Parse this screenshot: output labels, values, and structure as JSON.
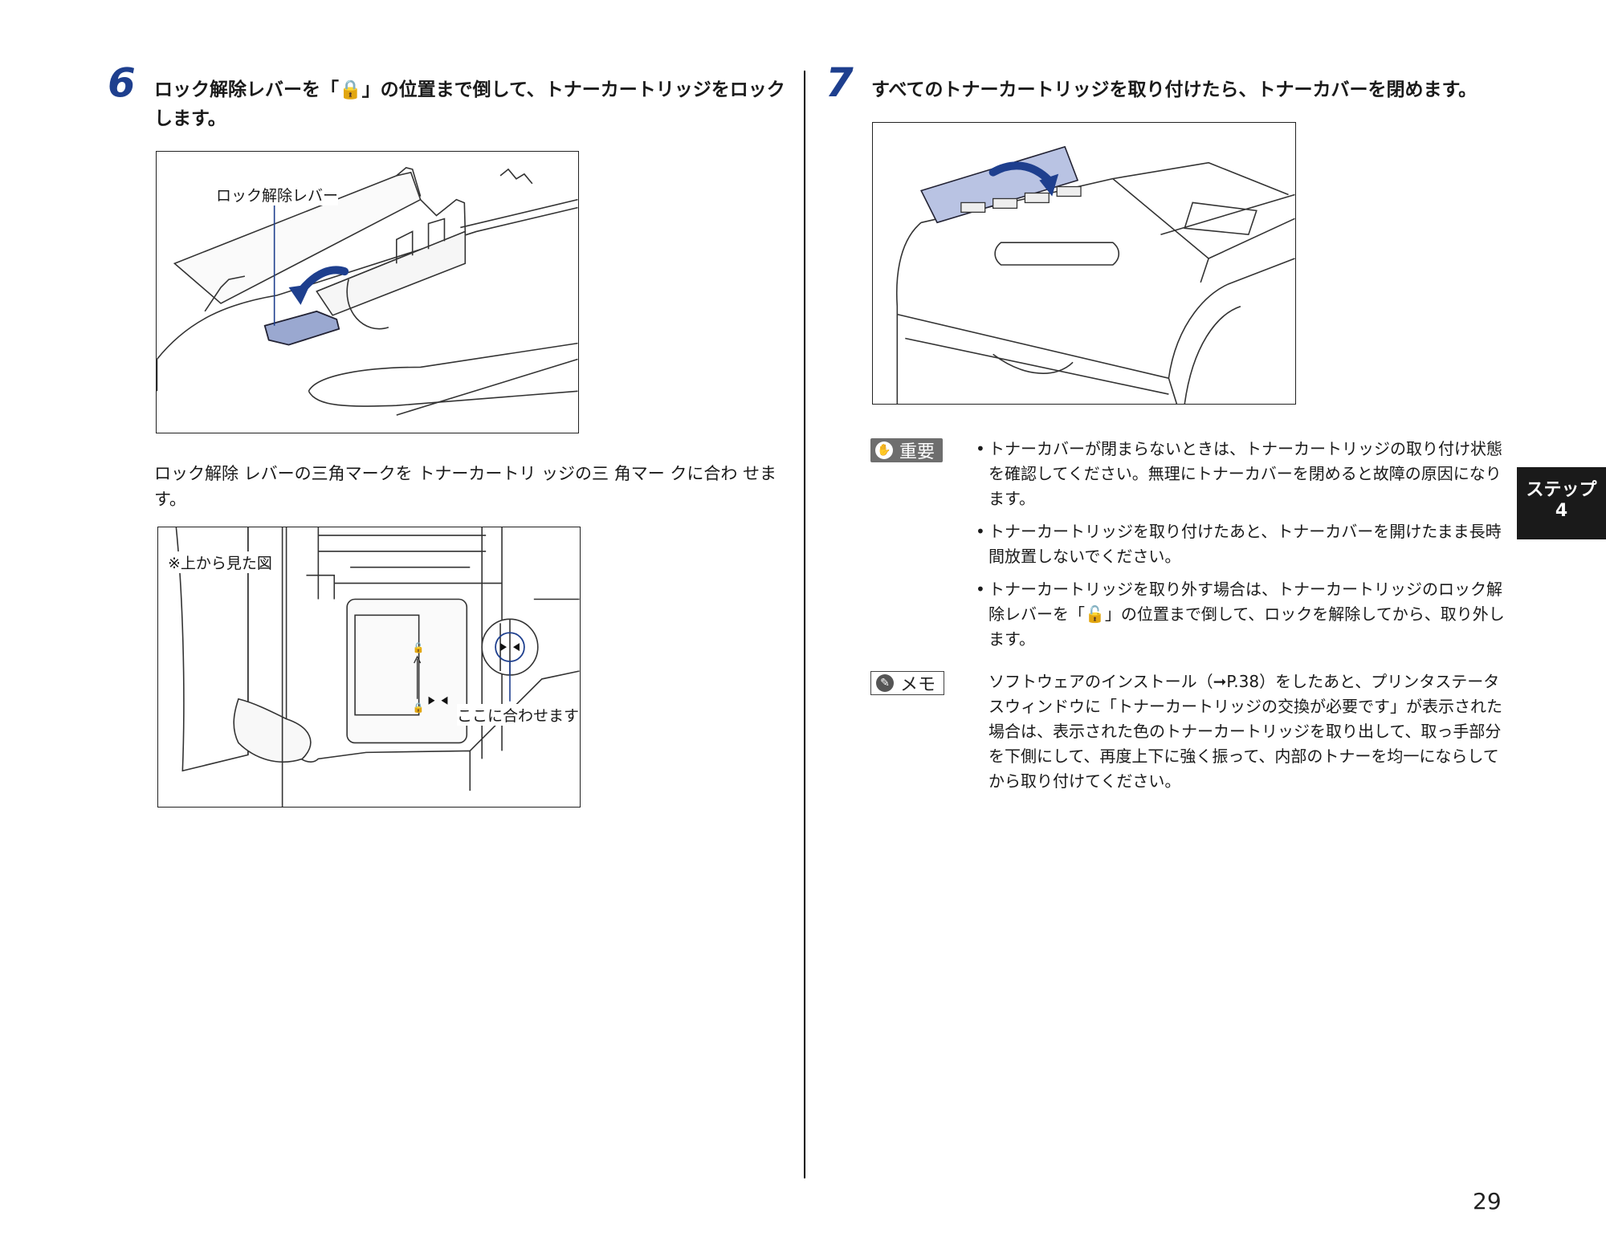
{
  "left": {
    "step_number": "6",
    "step_text": "ロック解除レバーを「🔒」の位置まで倒して、トナーカートリッジをロックします。",
    "figure1_callout": "ロック解除レバー",
    "caption": "ロック解除 レバーの三角マークを トナーカートリ ッジの三 角マー クに合わ せます。",
    "figure2_callout_view": "※上から見た図",
    "figure2_callout_align": "ここに合わせます"
  },
  "right": {
    "step_number": "7",
    "step_text": "すべてのトナーカートリッジを取り付けたら、トナーカバーを閉めます。",
    "important_label": "重要",
    "important_items": [
      "トナーカバーが閉まらないときは、トナーカートリッジの取り付け状態を確認してください。無理にトナーカバーを閉めると故障の原因になります。",
      "トナーカートリッジを取り付けたあと、トナーカバーを開けたまま長時間放置しないでください。",
      "トナーカートリッジを取り外す場合は、トナーカートリッジのロック解除レバーを「🔓」の位置まで倒して、ロックを解除してから、取り外します。"
    ],
    "memo_label": "メモ",
    "memo_text": "ソフトウェアのインストール（➞P.38）をしたあと、プリンタステータスウィンドウに「トナーカートリッジの交換が必要です」が表示された場合は、表示された色のトナーカートリッジを取り出して、取っ手部分を下側にして、再度上下に強く振って、内部のトナーを均一にならしてから取り付けてください。"
  },
  "side_tab": {
    "line1": "ステップ",
    "line2": "4"
  },
  "page_number": "29",
  "colors": {
    "accent": "#1e3f8e",
    "lever_blue": "#9aa8d0",
    "cover_blue": "#b9c3e3",
    "tab_bg": "#1a1a1a"
  }
}
